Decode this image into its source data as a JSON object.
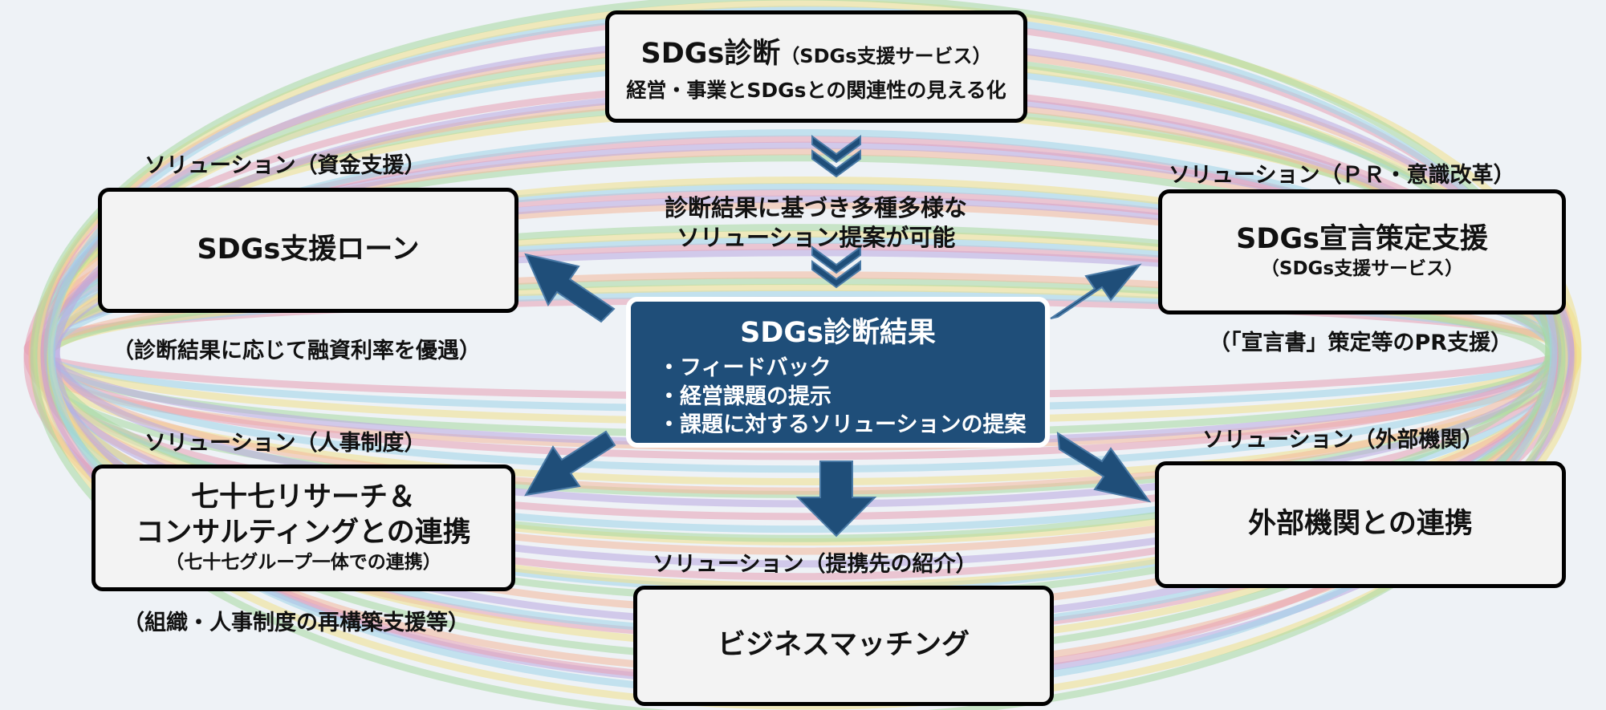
{
  "colors": {
    "box_fill": "#f3f3f3",
    "box_border": "#000000",
    "center_fill": "#1f4e79",
    "arrow": "#1f4e79",
    "ring_colors": [
      "#e8a0b4",
      "#9fd3e8",
      "#f0e08a",
      "#a8d8a0",
      "#f4b89a",
      "#b9a8e0"
    ]
  },
  "top_box": {
    "title": "SDGs診断",
    "title_note": "（SDGs支援サービス）",
    "subtitle": "経営・事業とSDGsとの関連性の見える化"
  },
  "middle_text": {
    "line1": "診断結果に基づき多種多様な",
    "line2": "ソリューション提案が可能"
  },
  "center_box": {
    "title": "SDGs診断結果",
    "items": [
      "・フィードバック",
      "・経営課題の提示",
      "・課題に対するソリューションの提案"
    ]
  },
  "left_top": {
    "category": "ソリューション（資金支援）",
    "title": "SDGs支援ローン",
    "note": "（診断結果に応じて融資利率を優遇）"
  },
  "right_top": {
    "category": "ソリューション（ＰＲ・意識改革）",
    "title": "SDGs宣言策定支援",
    "subtitle": "（SDGs支援サービス）",
    "note": "（「宣言書」策定等のPR支援）"
  },
  "left_bottom": {
    "category": "ソリューション（人事制度）",
    "title_line1": "七十七リサーチ＆",
    "title_line2": "コンサルティングとの連携",
    "subtitle": "（七十七グループ一体での連携）",
    "note": "（組織・人事制度の再構築支援等）"
  },
  "right_bottom": {
    "category": "ソリューション（外部機関）",
    "title": "外部機関との連携"
  },
  "bottom": {
    "category": "ソリューション（提携先の紹介）",
    "title": "ビジネスマッチング"
  }
}
